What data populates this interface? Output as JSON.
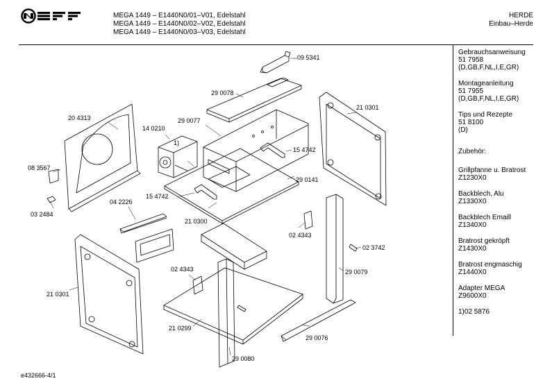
{
  "brand": "NEFF",
  "header": {
    "models": [
      "MEGA 1449 – E1440N0/01–V01, Edelstahl",
      "MEGA 1449 – E1440N0/02–V02, Edelstahl",
      "MEGA 1449 – E1440N0/03–V03, Edelstahl"
    ],
    "category": [
      "HERDE",
      "Einbau–Herde"
    ]
  },
  "sidebar": {
    "blocks": [
      [
        "Gebrauchsanweisung",
        "51 7958",
        "(D,GB,F,NL,I,E,GR)"
      ],
      [
        "Montageanleitung",
        "51 7955",
        "(D,GB,F,NL,I,E,GR)"
      ],
      [
        "Tips und Rezepte",
        "51 8100",
        "(D)"
      ],
      [
        "Zubehör:"
      ],
      [
        "Grillpfanne u. Bratrost",
        "Z1230X0"
      ],
      [
        "Backblech, Alu",
        "Z1330X0"
      ],
      [
        "Backblech Emaill",
        "Z1340X0"
      ],
      [
        "Bratrost gekröpft",
        "Z1430X0"
      ],
      [
        "Bratrost engmaschig",
        "Z1440X0"
      ],
      [
        "Adapter MEGA",
        "Z9600X0"
      ],
      [
        "1)02 5876"
      ]
    ]
  },
  "part_labels": [
    "09 5341",
    "29 0078",
    "29 0077",
    "20 4313",
    "14 0210",
    "1)",
    "21 0301",
    "15 4742",
    "08 3567",
    "15 4742",
    "29 0141",
    "03 2484",
    "04 2226",
    "21 0300",
    "02 4343",
    "02 3742",
    "21 0301",
    "02 4343",
    "29 0079",
    "21 0299",
    "29 0076",
    "29 0080"
  ],
  "footer": {
    "doc_id": "e432666-4/1"
  }
}
